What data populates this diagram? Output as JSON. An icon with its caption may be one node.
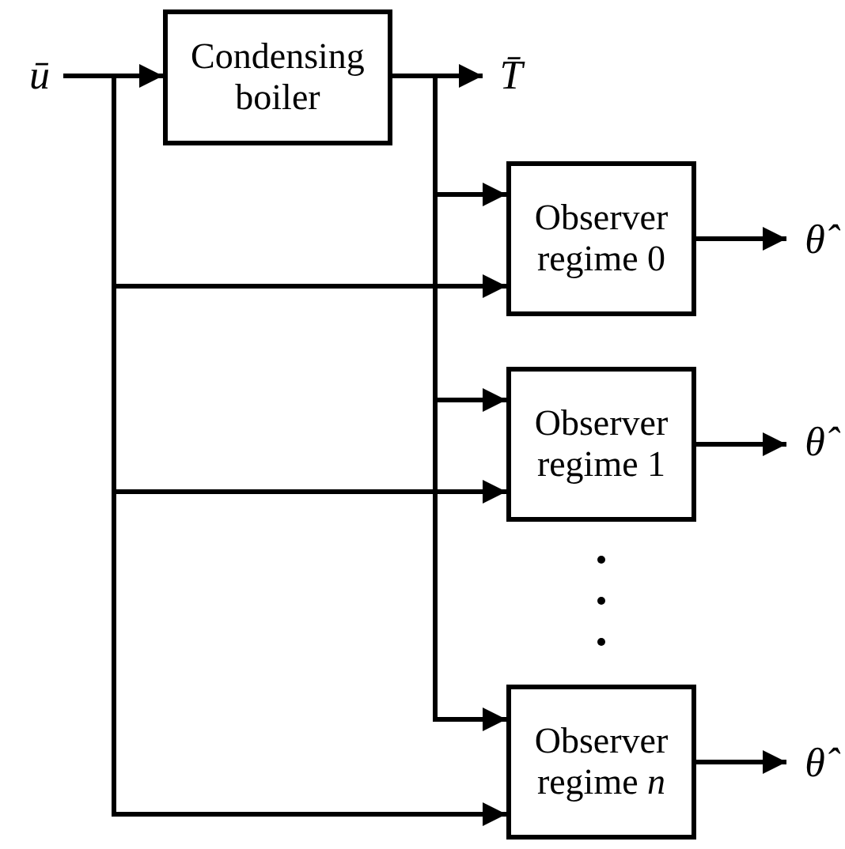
{
  "diagram": {
    "nodes": [
      {
        "text": [
          "ū"
        ]
      },
      {
        "text": [
          "Condensing boiler"
        ]
      },
      {
        "text": [
          "T̄"
        ]
      },
      {
        "text": [
          "Observer regime 0"
        ]
      },
      {
        "text": [
          "θ̂"
        ]
      },
      {
        "text": [
          "Observer regime 1"
        ]
      },
      {
        "text": [
          "θ̂"
        ]
      },
      {
        "text": [
          "Observer regime *n*"
        ]
      },
      {
        "text": [
          "θ̂"
        ]
      }
    ],
    "edges": [
      {
        "from": 0,
        "to": 1,
        "arrow": "to"
      },
      {
        "from": 1,
        "to": 2,
        "arrow": "to"
      },
      {
        "from": 1,
        "to": 3,
        "arrow": "to"
      },
      {
        "from": 0,
        "to": 3,
        "arrow": "to"
      },
      {
        "from": 3,
        "to": 4,
        "arrow": "to"
      },
      {
        "from": 1,
        "to": 5,
        "arrow": "to"
      },
      {
        "from": 0,
        "to": 5,
        "arrow": "to"
      },
      {
        "from": 5,
        "to": 6,
        "arrow": "to"
      },
      {
        "from": 1,
        "to": 7,
        "arrow": "to"
      },
      {
        "from": 0,
        "to": 7,
        "arrow": "to"
      },
      {
        "from": 7,
        "to": 8,
        "arrow": "to"
      }
    ]
  }
}
